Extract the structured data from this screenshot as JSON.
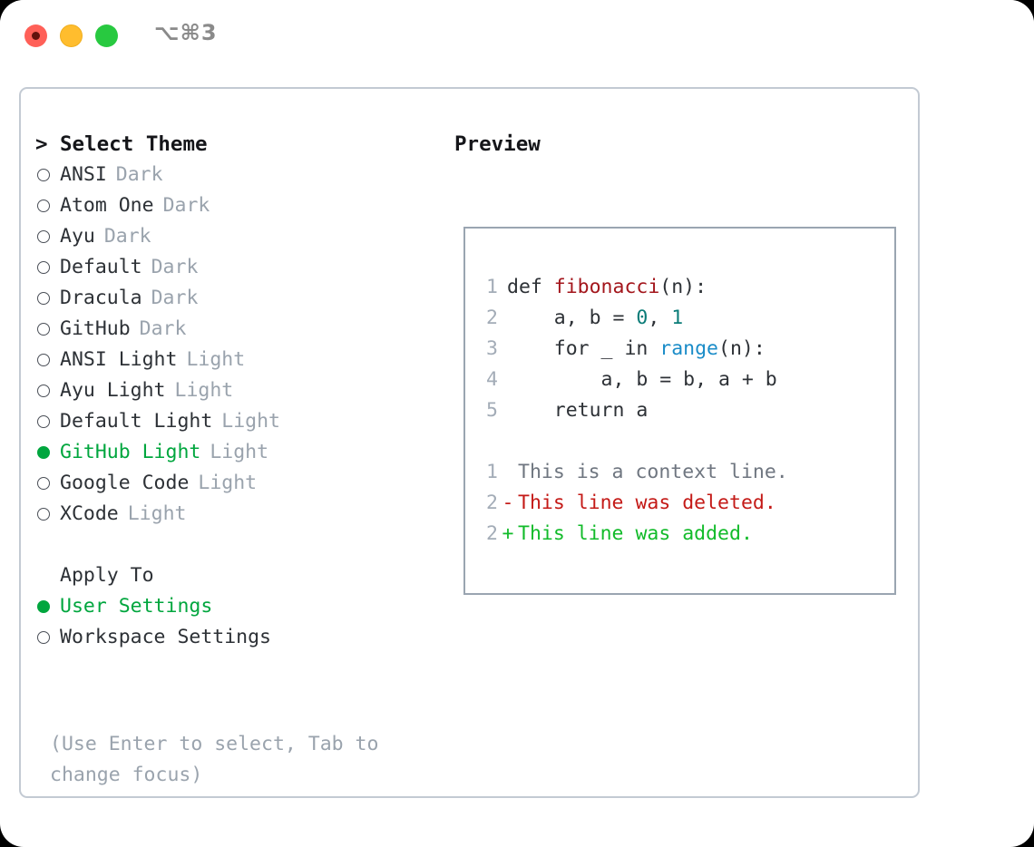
{
  "titlebar": {
    "shortcut": "⌥⌘3",
    "buttons": [
      {
        "name": "close",
        "color": "#ff6058"
      },
      {
        "name": "minimize",
        "color": "#ffbd2e"
      },
      {
        "name": "maximize",
        "color": "#28c940"
      }
    ]
  },
  "theme_picker": {
    "heading_marker": ">",
    "heading": "Select Theme",
    "items": [
      {
        "name": "ANSI",
        "category": "Dark",
        "selected": false
      },
      {
        "name": "Atom One",
        "category": "Dark",
        "selected": false
      },
      {
        "name": "Ayu",
        "category": "Dark",
        "selected": false
      },
      {
        "name": "Default",
        "category": "Dark",
        "selected": false
      },
      {
        "name": "Dracula",
        "category": "Dark",
        "selected": false
      },
      {
        "name": "GitHub",
        "category": "Dark",
        "selected": false
      },
      {
        "name": "ANSI Light",
        "category": "Light",
        "selected": false
      },
      {
        "name": "Ayu Light",
        "category": "Light",
        "selected": false
      },
      {
        "name": "Default Light",
        "category": "Light",
        "selected": false
      },
      {
        "name": "GitHub Light",
        "category": "Light",
        "selected": true
      },
      {
        "name": "Google Code",
        "category": "Light",
        "selected": false
      },
      {
        "name": "XCode",
        "category": "Light",
        "selected": false
      }
    ]
  },
  "apply_to": {
    "heading": "Apply To",
    "options": [
      {
        "name": "User Settings",
        "selected": true
      },
      {
        "name": "Workspace Settings",
        "selected": false
      }
    ]
  },
  "hint": "(Use Enter to select, Tab to change focus)",
  "preview": {
    "title": "Preview",
    "code_lines": [
      {
        "number": "1",
        "tokens": [
          {
            "t": "def ",
            "c": "kw"
          },
          {
            "t": "fibonacci",
            "c": "fn"
          },
          {
            "t": "(n):",
            "c": "pl"
          }
        ]
      },
      {
        "number": "2",
        "tokens": [
          {
            "t": "    a, b = ",
            "c": "kw"
          },
          {
            "t": "0",
            "c": "num"
          },
          {
            "t": ", ",
            "c": "pl"
          },
          {
            "t": "1",
            "c": "num"
          }
        ]
      },
      {
        "number": "3",
        "tokens": [
          {
            "t": "    for _ in ",
            "c": "kw"
          },
          {
            "t": "range",
            "c": "bi"
          },
          {
            "t": "(n):",
            "c": "pl"
          }
        ]
      },
      {
        "number": "4",
        "tokens": [
          {
            "t": "        a, b = b, a + b",
            "c": "kw"
          }
        ]
      },
      {
        "number": "5",
        "tokens": [
          {
            "t": "    return a",
            "c": "kw"
          }
        ]
      }
    ],
    "diff_lines": [
      {
        "number": "1",
        "marker": " ",
        "text": "This is a context line.",
        "kind": "ctx"
      },
      {
        "number": "2",
        "marker": "-",
        "text": "This line was deleted.",
        "kind": "del"
      },
      {
        "number": "2",
        "marker": "+",
        "text": "This line was added.",
        "kind": "add"
      }
    ]
  },
  "colors": {
    "accent_green": "#00a63e",
    "muted_gray": "#9aa3ad",
    "panel_border": "#c3cad3",
    "preview_border": "#9aa5b1",
    "syntax_function": "#a3161c",
    "syntax_number": "#0b7c78",
    "syntax_builtin": "#1a8cc8",
    "diff_added": "#12bb2a",
    "diff_deleted": "#c41a17",
    "diff_context": "#6f7680"
  }
}
